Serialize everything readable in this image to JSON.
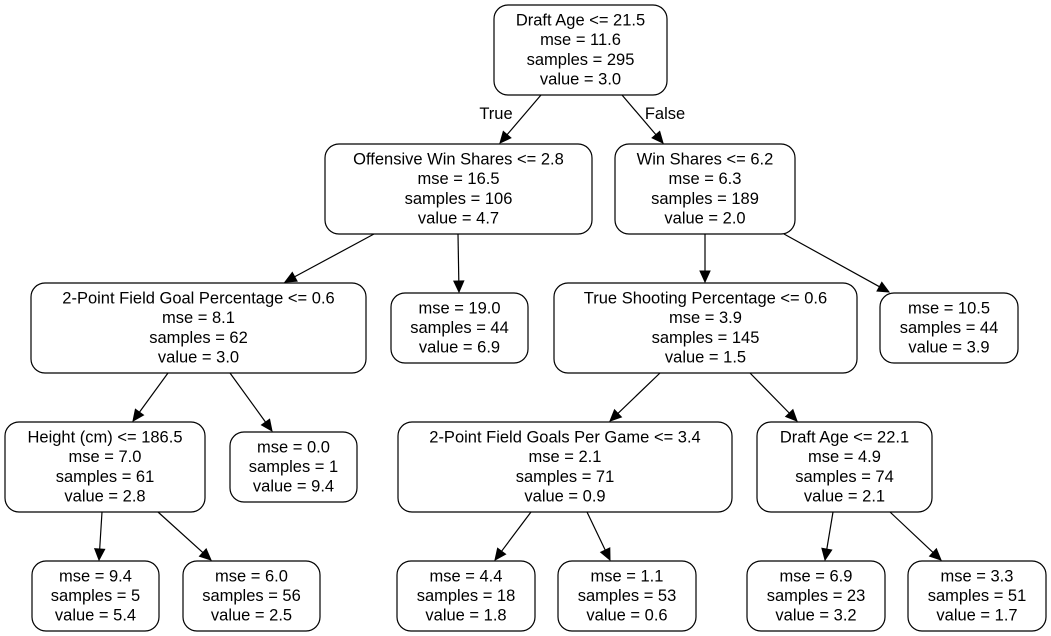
{
  "tree": {
    "nodes": [
      {
        "id": "n0",
        "lines": [
          "Draft Age <= 21.5",
          "mse = 11.6",
          "samples = 295",
          "value = 3.0"
        ]
      },
      {
        "id": "n1",
        "lines": [
          "Offensive Win Shares <= 2.8",
          "mse = 16.5",
          "samples = 106",
          "value = 4.7"
        ]
      },
      {
        "id": "n2",
        "lines": [
          "Win Shares <= 6.2",
          "mse = 6.3",
          "samples = 189",
          "value = 2.0"
        ]
      },
      {
        "id": "n3",
        "lines": [
          "2-Point Field Goal Percentage <= 0.6",
          "mse = 8.1",
          "samples = 62",
          "value = 3.0"
        ]
      },
      {
        "id": "n4",
        "lines": [
          "mse = 19.0",
          "samples = 44",
          "value = 6.9"
        ]
      },
      {
        "id": "n5",
        "lines": [
          "True Shooting Percentage <= 0.6",
          "mse = 3.9",
          "samples = 145",
          "value = 1.5"
        ]
      },
      {
        "id": "n6",
        "lines": [
          "mse = 10.5",
          "samples = 44",
          "value = 3.9"
        ]
      },
      {
        "id": "n7",
        "lines": [
          "Height (cm) <= 186.5",
          "mse = 7.0",
          "samples = 61",
          "value = 2.8"
        ]
      },
      {
        "id": "n8",
        "lines": [
          "mse = 0.0",
          "samples = 1",
          "value = 9.4"
        ]
      },
      {
        "id": "n9",
        "lines": [
          "2-Point Field Goals Per Game <= 3.4",
          "mse = 2.1",
          "samples = 71",
          "value = 0.9"
        ]
      },
      {
        "id": "n10",
        "lines": [
          "Draft Age <= 22.1",
          "mse = 4.9",
          "samples = 74",
          "value = 2.1"
        ]
      },
      {
        "id": "n11",
        "lines": [
          "mse = 9.4",
          "samples = 5",
          "value = 5.4"
        ]
      },
      {
        "id": "n12",
        "lines": [
          "mse = 6.0",
          "samples = 56",
          "value = 2.5"
        ]
      },
      {
        "id": "n13",
        "lines": [
          "mse = 4.4",
          "samples = 18",
          "value = 1.8"
        ]
      },
      {
        "id": "n14",
        "lines": [
          "mse = 1.1",
          "samples = 53",
          "value = 0.6"
        ]
      },
      {
        "id": "n15",
        "lines": [
          "mse = 6.9",
          "samples = 23",
          "value = 3.2"
        ]
      },
      {
        "id": "n16",
        "lines": [
          "mse = 3.3",
          "samples = 51",
          "value = 1.7"
        ]
      }
    ],
    "edges": [
      {
        "from": "n0",
        "to": "n1",
        "label": "True"
      },
      {
        "from": "n0",
        "to": "n2",
        "label": "False"
      },
      {
        "from": "n1",
        "to": "n3",
        "label": ""
      },
      {
        "from": "n1",
        "to": "n4",
        "label": ""
      },
      {
        "from": "n2",
        "to": "n5",
        "label": ""
      },
      {
        "from": "n2",
        "to": "n6",
        "label": ""
      },
      {
        "from": "n3",
        "to": "n7",
        "label": ""
      },
      {
        "from": "n3",
        "to": "n8",
        "label": ""
      },
      {
        "from": "n5",
        "to": "n9",
        "label": ""
      },
      {
        "from": "n5",
        "to": "n10",
        "label": ""
      },
      {
        "from": "n7",
        "to": "n11",
        "label": ""
      },
      {
        "from": "n7",
        "to": "n12",
        "label": ""
      },
      {
        "from": "n9",
        "to": "n13",
        "label": ""
      },
      {
        "from": "n9",
        "to": "n14",
        "label": ""
      },
      {
        "from": "n10",
        "to": "n15",
        "label": ""
      },
      {
        "from": "n10",
        "to": "n16",
        "label": ""
      }
    ]
  }
}
